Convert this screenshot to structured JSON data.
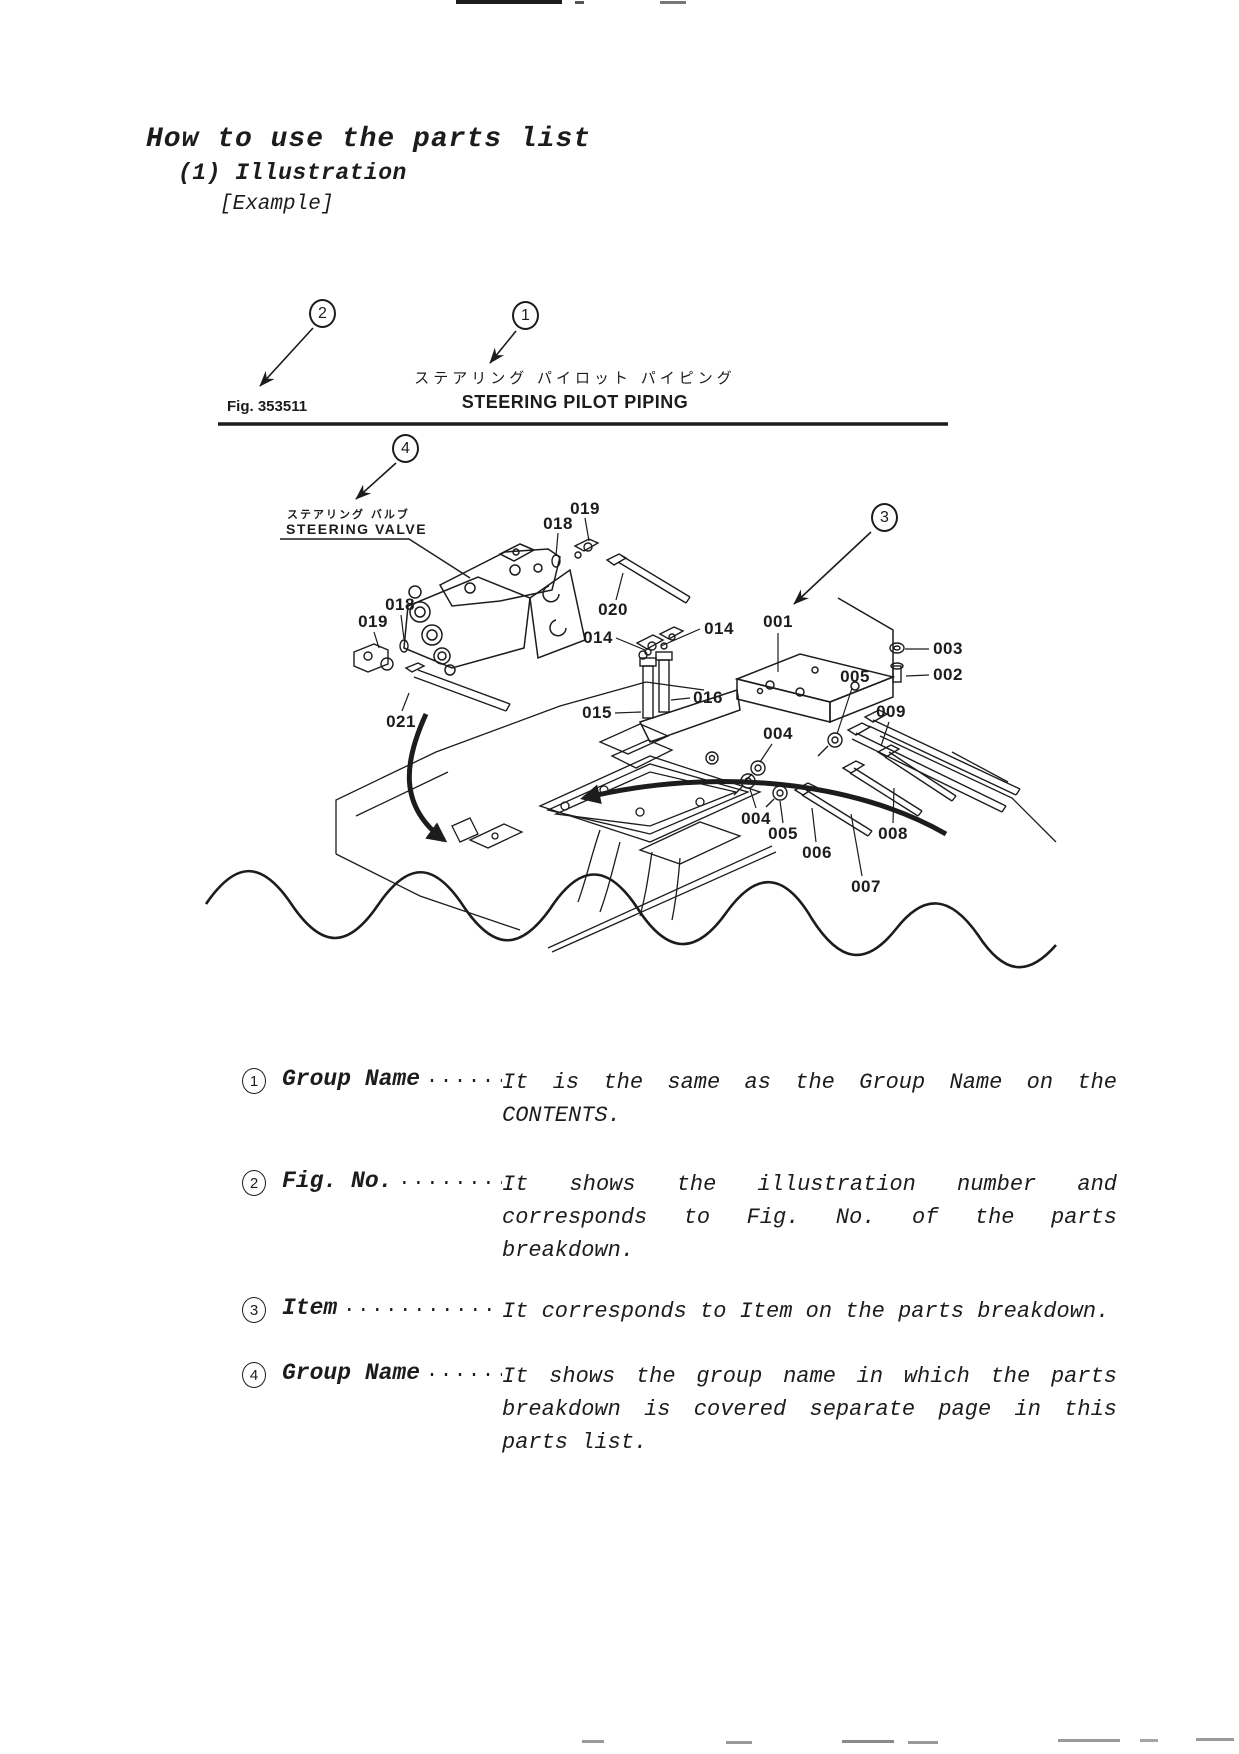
{
  "page": {
    "title": "How to use the parts list",
    "section": "(1) Illustration",
    "example": "[Example]"
  },
  "figure": {
    "fig_no": "Fig. 353511",
    "title_ja": "ステアリング パイロット パイピング",
    "title_en": "STEERING PILOT PIPING",
    "valve_ja": "ステアリング バルブ",
    "valve_en": "STEERING VALVE",
    "callouts": [
      "1",
      "2",
      "3",
      "4"
    ],
    "part_labels": [
      "019",
      "018",
      "020",
      "014",
      "014",
      "001",
      "003",
      "002",
      "005",
      "009",
      "016",
      "015",
      "019",
      "018",
      "021",
      "004",
      "004",
      "005",
      "006",
      "007",
      "008"
    ]
  },
  "explanations": [
    {
      "num": "1",
      "term": "Group Name",
      "dots": "·········",
      "desc": "It is the same as the Group Name on the CONTENTS."
    },
    {
      "num": "2",
      "term": "Fig. No.",
      "dots": "···········",
      "desc": "It shows the illustration number and corresponds to Fig. No. of the parts breakdown."
    },
    {
      "num": "3",
      "term": "Item",
      "dots": "·····················",
      "desc": "It corresponds to Item on the parts breakdown."
    },
    {
      "num": "4",
      "term": "Group Name",
      "dots": "·········",
      "desc": "It shows the group name in which the parts breakdown is  covered separate page in this parts list."
    }
  ]
}
